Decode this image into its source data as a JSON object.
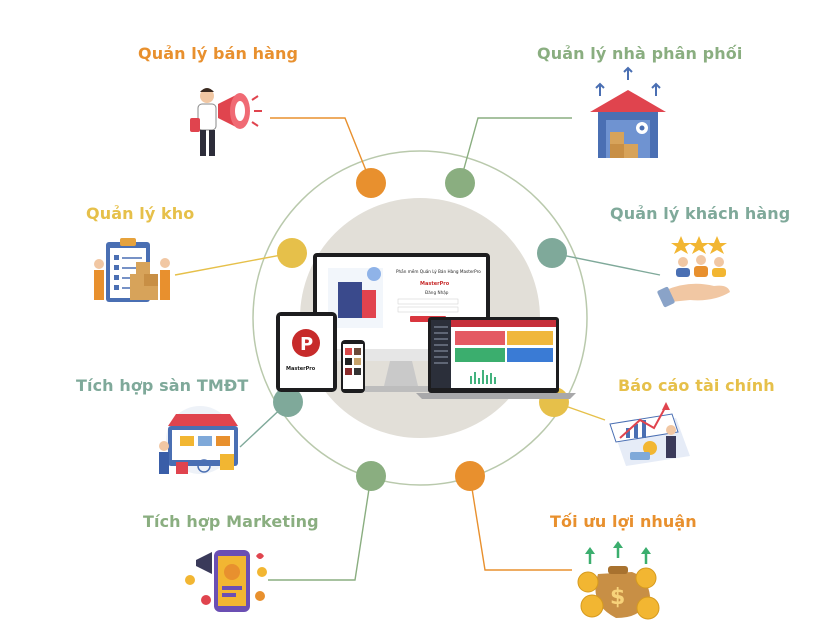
{
  "features": [
    {
      "id": "sales",
      "label": "Quản lý bán hàng",
      "color": "#E8902E",
      "icon": "megaphone-person-icon"
    },
    {
      "id": "distributor",
      "label": "Quản lý nhà phân phối",
      "color": "#8AAE80",
      "icon": "warehouse-icon"
    },
    {
      "id": "warehouse",
      "label": "Quản lý kho",
      "color": "#E6C04A",
      "icon": "inventory-clipboard-icon"
    },
    {
      "id": "customer",
      "label": "Quản lý khách hàng",
      "color": "#7FA99A",
      "icon": "customer-rating-icon"
    },
    {
      "id": "ecommerce",
      "label": "Tích hợp sàn TMĐT",
      "color": "#7FA99A",
      "icon": "ecommerce-store-icon"
    },
    {
      "id": "finance",
      "label": "Báo cáo tài chính",
      "color": "#E6C04A",
      "icon": "finance-report-icon"
    },
    {
      "id": "marketing",
      "label": "Tích hợp Marketing",
      "color": "#8AAE80",
      "icon": "marketing-phone-icon"
    },
    {
      "id": "profit",
      "label": "Tối ưu lợi nhuận",
      "color": "#E8902E",
      "icon": "money-bag-icon"
    }
  ],
  "center": {
    "monitor_title": "Phần mềm Quản Lý Bán Hàng MasterPro",
    "brand": "MasterPro",
    "login_label": "Đăng Nhập"
  },
  "colors": {
    "hub_circle": "#E2DFD8",
    "ring": "#B9C9AC"
  }
}
